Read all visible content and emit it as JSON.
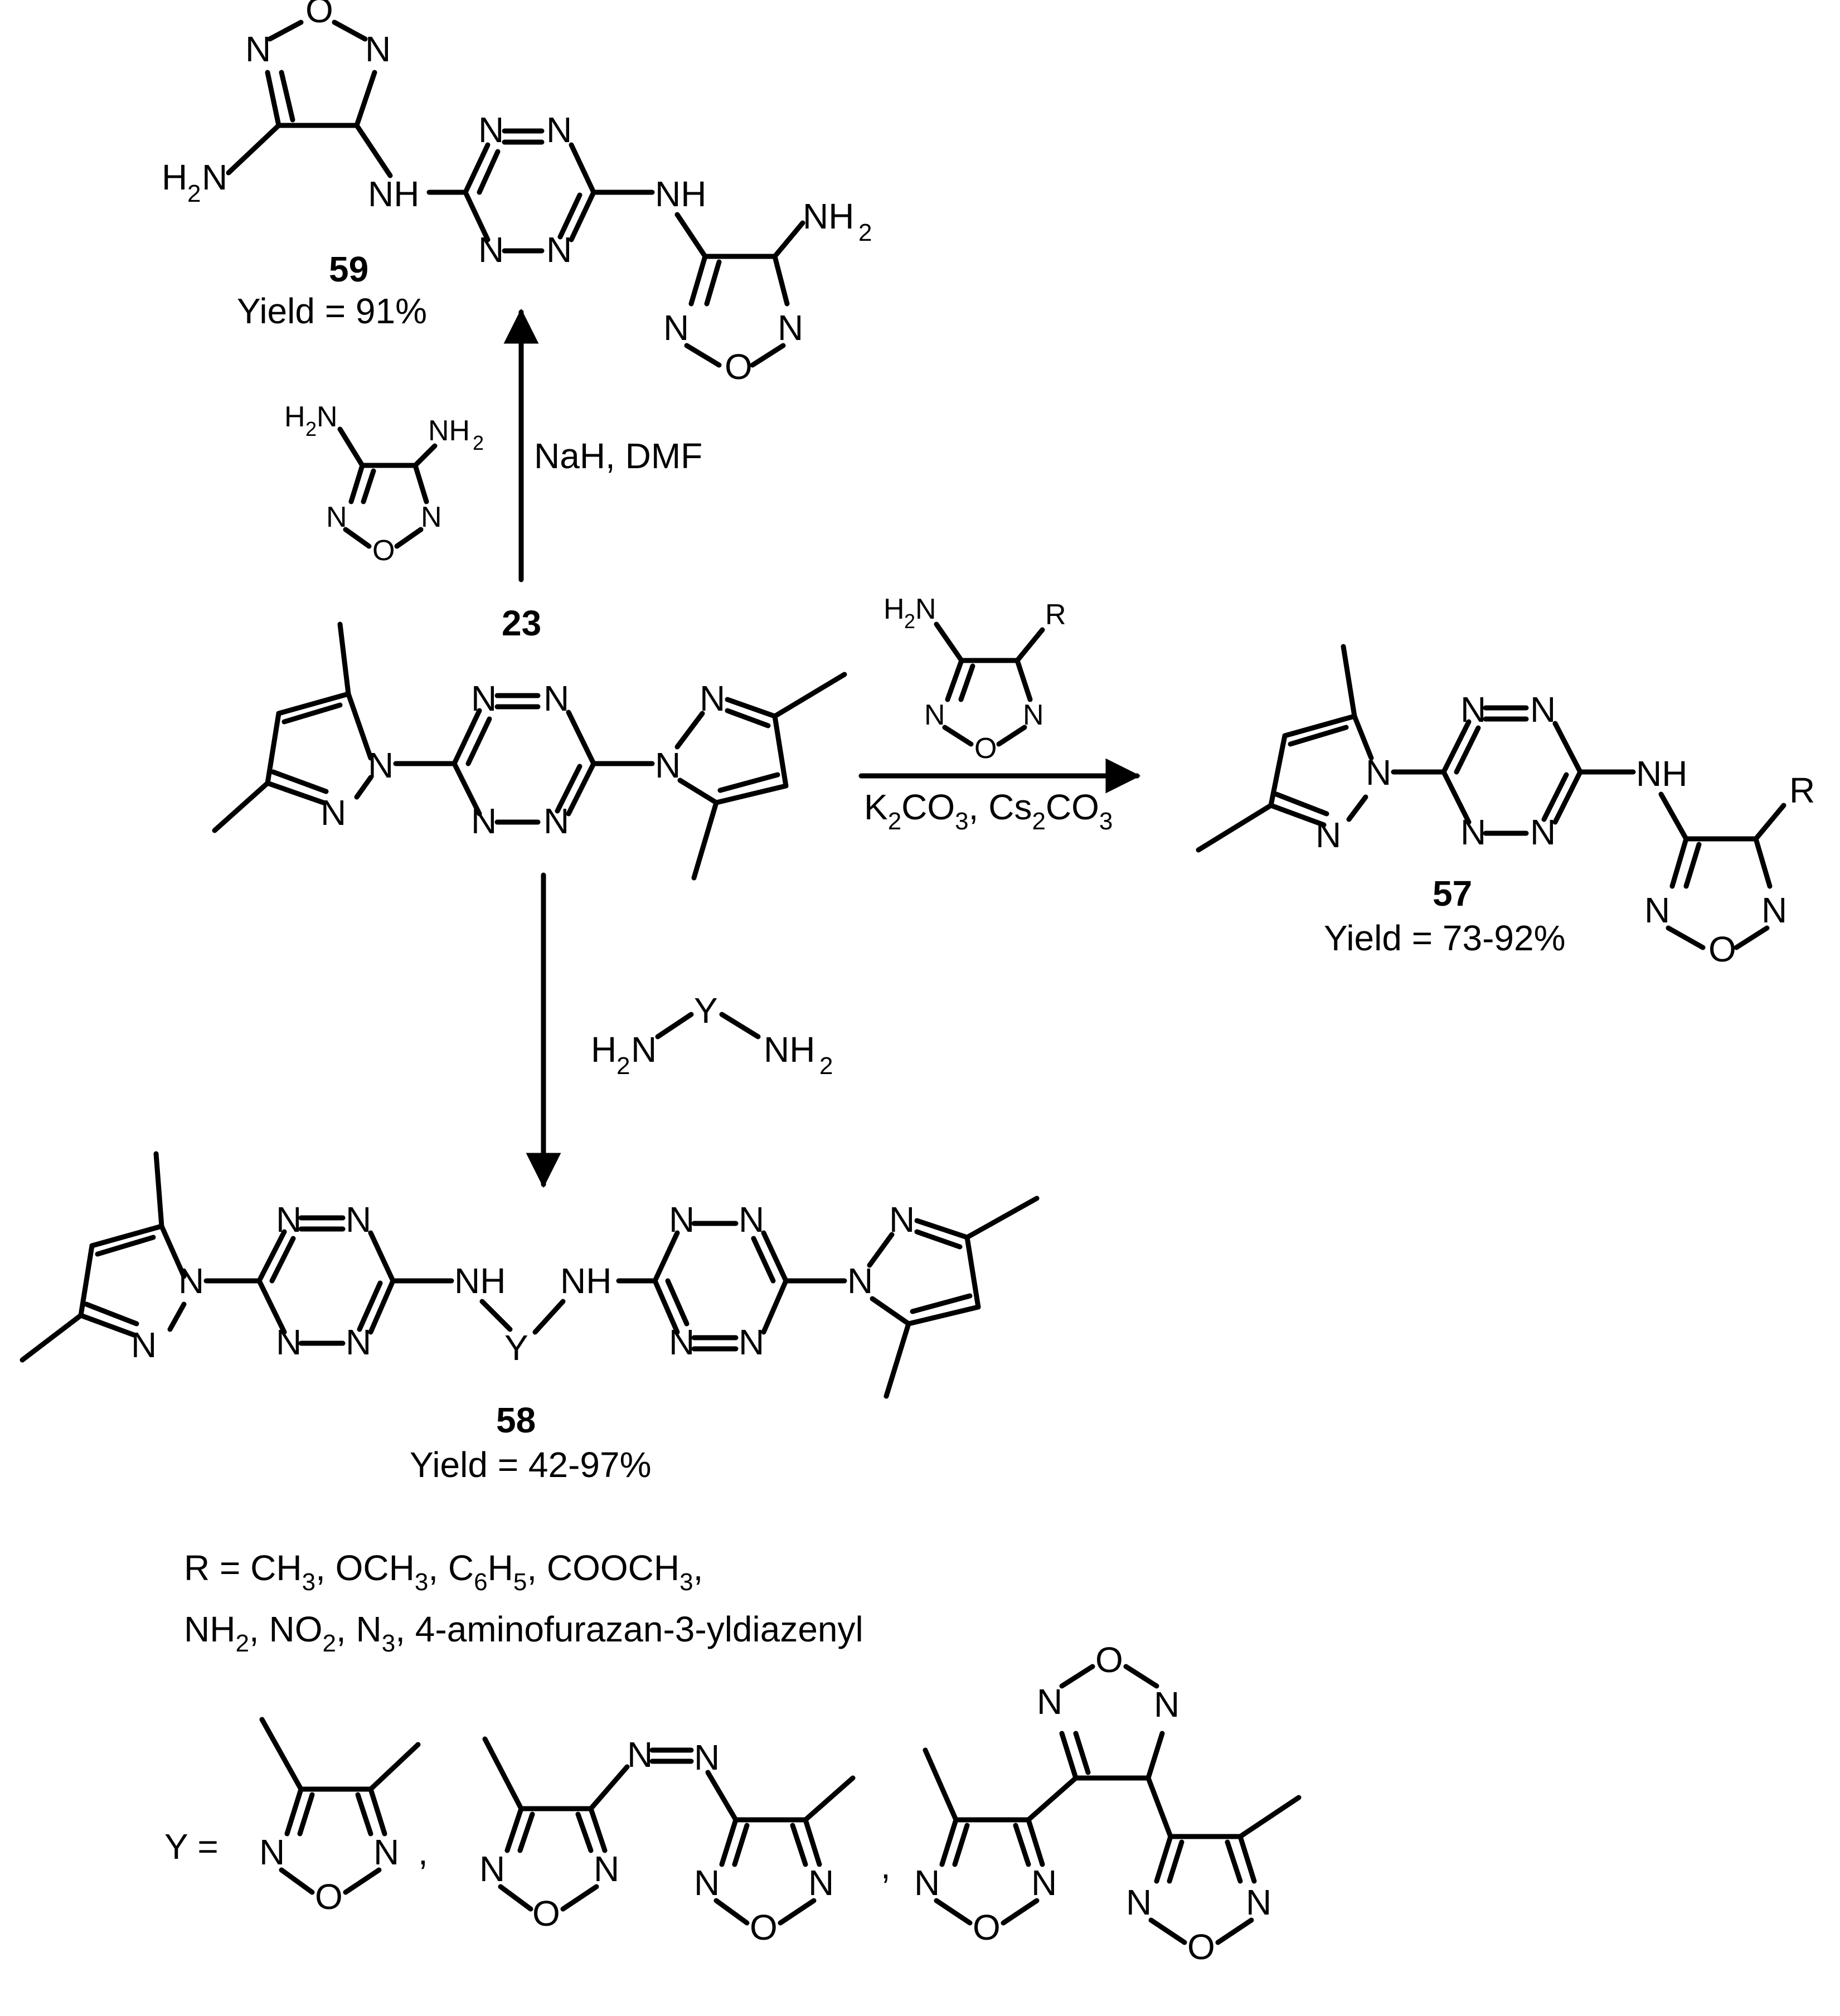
{
  "compounds": {
    "c23": {
      "id": "23"
    },
    "c57": {
      "id": "57",
      "yield": "Yield = 73-92%"
    },
    "c58": {
      "id": "58",
      "yield": "Yield = 42-97%"
    },
    "c59": {
      "id": "59",
      "yield": "Yield = 91%"
    }
  },
  "reagents": {
    "up": "NaH, DMF",
    "right_k": "K",
    "right_co3": "CO",
    "right_cs": ", Cs",
    "right_co3b": "CO",
    "down_reagent": "H2N-Y-NH2"
  },
  "atoms": {
    "N": "N",
    "O": "O",
    "NH": "NH",
    "H": "H",
    "R": "R",
    "Y": "Y",
    "NH2": "NH",
    "H2N_H": "H",
    "sub2": "2",
    "sub3": "3"
  },
  "legend": {
    "r_prefix": "R = ",
    "r_line1_parts": [
      "CH",
      "3",
      ", OCH",
      "3",
      ", C",
      "6",
      "H",
      "5",
      ", COOCH",
      "3",
      ","
    ],
    "r_line2_parts": [
      "NH",
      "2",
      ", NO",
      "2",
      ", N",
      "3",
      ", 4-aminofurazan-3-yldiazenyl"
    ],
    "y_prefix": "Y = ",
    "comma": ","
  }
}
